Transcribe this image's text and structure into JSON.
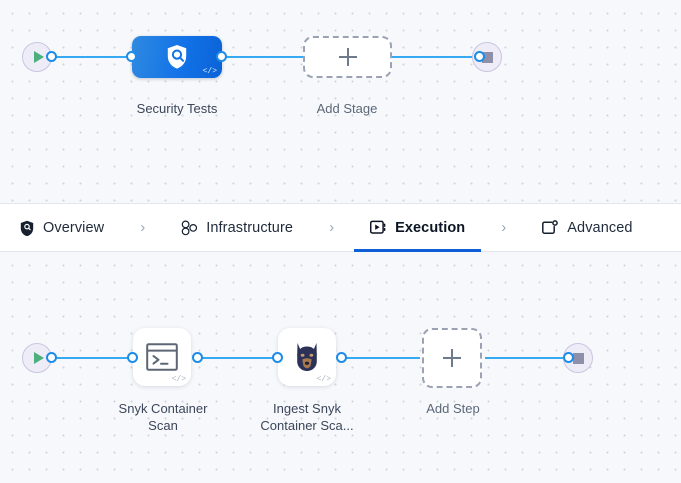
{
  "theme": {
    "canvas_bg": "#f6f8fb",
    "dot_color": "#cfd6de",
    "wire_color": "#35aaf2",
    "port_color": "#1c8ce8",
    "accent": "#0c5fd7",
    "stage_node_blue": "#1272e8",
    "terminus_bg": "#eeecf7",
    "play_green": "#4caf7d",
    "stop_gray": "#8d90a8",
    "dashed_border": "#9aa2b4",
    "snyk_navy": "#2b3157",
    "snyk_tan": "#b98b63"
  },
  "tabs": [
    {
      "id": "overview",
      "label": "Overview",
      "icon": "shield-icon",
      "active": false
    },
    {
      "id": "infrastructure",
      "label": "Infrastructure",
      "icon": "nodes-icon",
      "active": false
    },
    {
      "id": "execution",
      "label": "Execution",
      "icon": "play-box-icon",
      "active": true
    },
    {
      "id": "advanced",
      "label": "Advanced",
      "icon": "settings-box-icon",
      "active": false
    }
  ],
  "tab_separator": "›",
  "stage_pipeline": {
    "start_node": {
      "name": "pipeline-start",
      "icon": "play-icon"
    },
    "end_node": {
      "name": "pipeline-end",
      "icon": "stop-icon"
    },
    "nodes": [
      {
        "id": "security-tests",
        "label": "Security Tests",
        "type": "stage",
        "icon": "shield-search-icon",
        "badge": "</>"
      },
      {
        "id": "add-stage",
        "label": "Add Stage",
        "type": "add",
        "icon": "plus-icon"
      }
    ]
  },
  "step_pipeline": {
    "start_node": {
      "name": "step-start",
      "icon": "play-icon"
    },
    "end_node": {
      "name": "step-end",
      "icon": "stop-icon"
    },
    "nodes": [
      {
        "id": "snyk-container-scan",
        "label": "Snyk Container\nScan",
        "label_line1": "Snyk Container",
        "label_line2": "Scan",
        "type": "step",
        "icon": "terminal-icon",
        "badge": "</>"
      },
      {
        "id": "ingest-snyk-container-scan",
        "label_line1": "Ingest Snyk",
        "label_line2": "Container Sca...",
        "type": "step",
        "icon": "snyk-dog-icon",
        "badge": "</>"
      },
      {
        "id": "add-step",
        "label": "Add Step",
        "type": "add",
        "icon": "plus-icon"
      }
    ]
  }
}
